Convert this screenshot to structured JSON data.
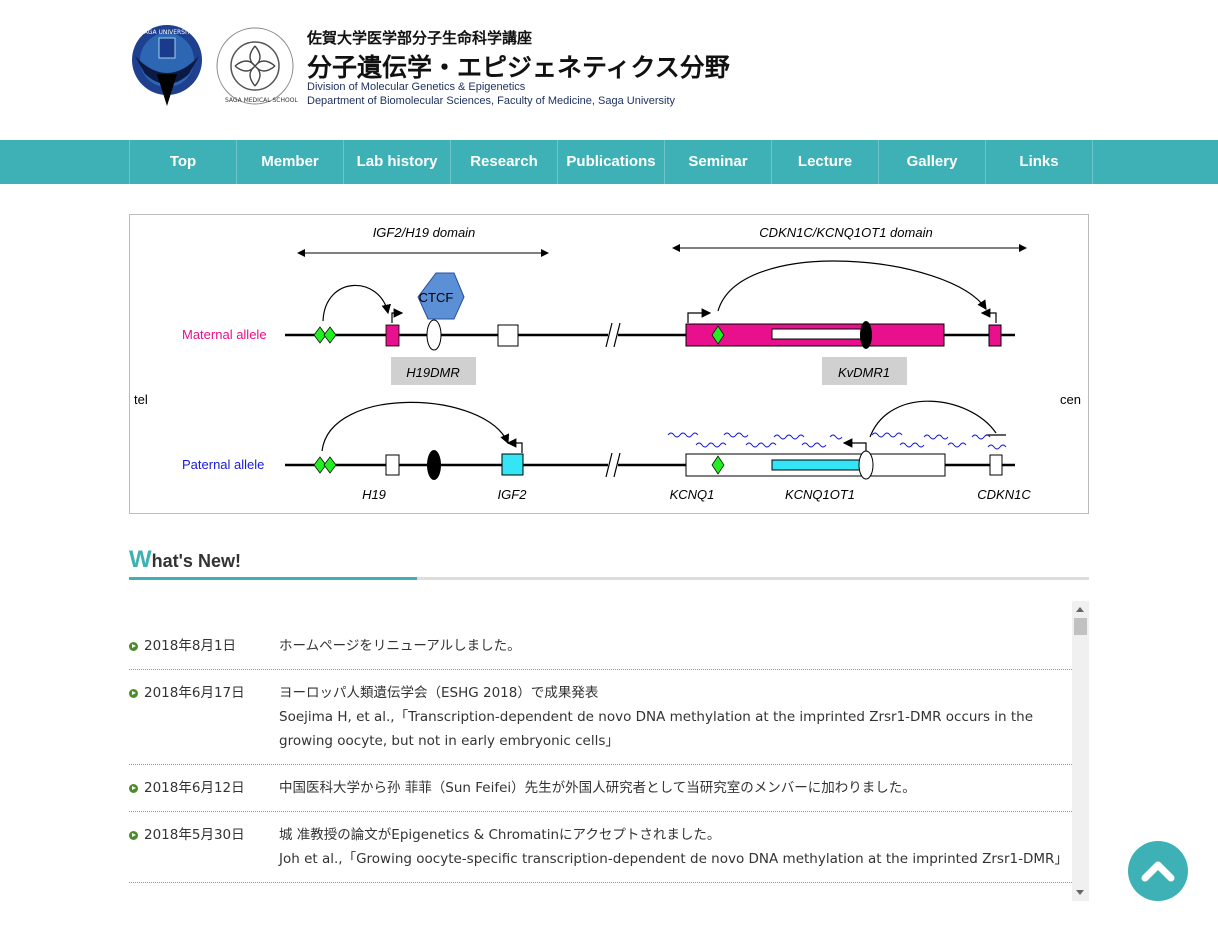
{
  "header": {
    "jp_subtitle": "佐賀大学医学部分子生命科学講座",
    "jp_title": "分子遺伝学・エピジェネティクス分野",
    "en_line1": "Division of Molecular Genetics & Epigenetics",
    "en_line2": "Department of Biomolecular Sciences, Faculty of Medicine, Saga University",
    "logo1_text": "SAGA UNIVERSITY",
    "logo2_text": "SAGA MEDICAL SCHOOL · 1976"
  },
  "nav": {
    "items": [
      "Top",
      "Member",
      "Lab history",
      "Research",
      "Publications",
      "Seminar",
      "Lecture",
      "Gallery",
      "Links"
    ]
  },
  "diagram": {
    "domain1": "IGF2/H19 domain",
    "domain2": "CDKN1C/KCNQ1OT1 domain",
    "maternal": "Maternal allele",
    "paternal": "Paternal allele",
    "ctcf": "CTCF",
    "h19dmr": "H19DMR",
    "kvdmr1": "KvDMR1",
    "tel": "tel",
    "cen": "cen",
    "genes": [
      "H19",
      "IGF2",
      "KCNQ1",
      "KCNQ1OT1",
      "CDKN1C"
    ],
    "colors": {
      "maternal": "#e8108c",
      "paternal": "#1a1adb",
      "green": "#22ee22",
      "cyan": "#33e5f5",
      "ctcf": "#5b8fd6"
    }
  },
  "news": {
    "title_first": "W",
    "title_rest": "hat's New!",
    "items": [
      {
        "date": "2018年8月1日",
        "lines": [
          "ホームページをリニューアルしました。"
        ]
      },
      {
        "date": "2018年6月17日",
        "lines": [
          "ヨーロッパ人類遺伝学会（ESHG 2018）で成果発表",
          "Soejima H, et al.,「Transcription-dependent de novo DNA methylation at the imprinted Zrsr1-DMR occurs in the growing oocyte, but not in early embryonic cells」"
        ]
      },
      {
        "date": "2018年6月12日",
        "lines": [
          "中国医科大学から孙 菲菲（Sun Feifei）先生が外国人研究者として当研究室のメンバーに加わりました。"
        ]
      },
      {
        "date": "2018年5月30日",
        "lines": [
          "城 准教授の論文がEpigenetics & Chromatinにアクセプトされました。",
          "Joh et al.,「Growing oocyte-specific transcription-dependent de novo DNA methylation at the imprinted Zrsr1-DMR」"
        ]
      }
    ]
  },
  "accent_color": "#3db1b5"
}
